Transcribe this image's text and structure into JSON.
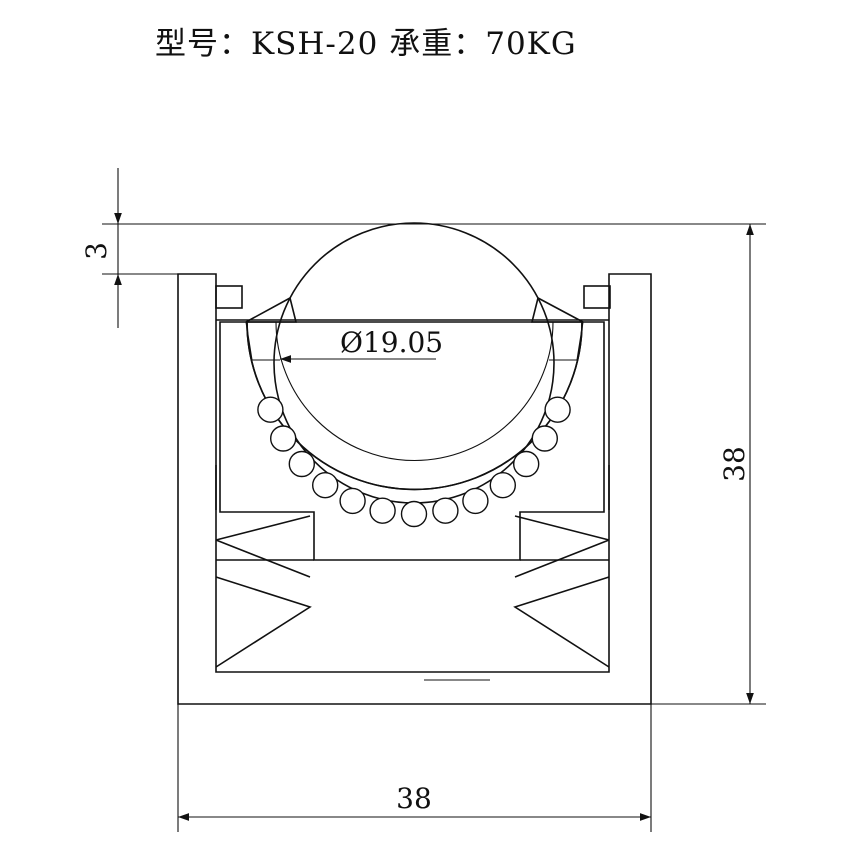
{
  "title": {
    "model_label": "型号：",
    "model_value": "KSH-20",
    "load_label": "承重：",
    "load_value": "70KG"
  },
  "dimensions": {
    "top_offset": "3",
    "ball_diameter": "Ø19.05",
    "height": "38",
    "width": "38"
  }
}
